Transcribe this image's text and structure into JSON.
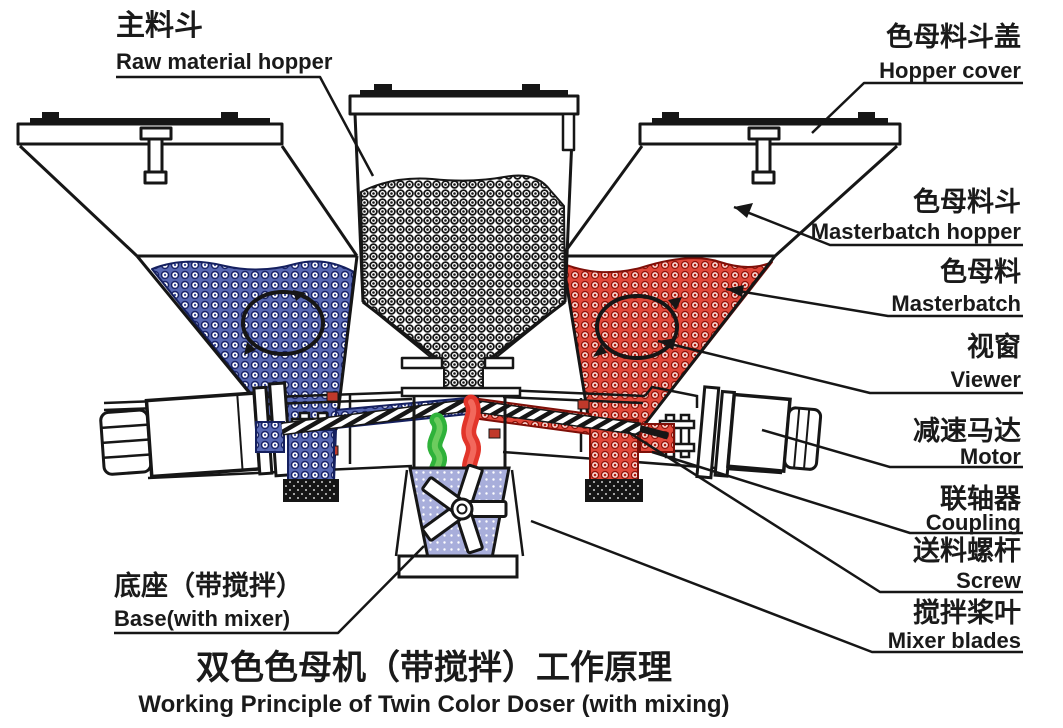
{
  "title": {
    "zh": "双色色母机（带搅拌）工作原理",
    "en": "Working Principle of Twin Color Doser (with mixing)"
  },
  "labels": {
    "raw_material_hopper": {
      "zh": "主料斗",
      "en": "Raw material hopper"
    },
    "hopper_cover": {
      "zh": "色母料斗盖",
      "en": "Hopper cover"
    },
    "masterbatch_hopper": {
      "zh": "色母料斗",
      "en": "Masterbatch hopper"
    },
    "masterbatch": {
      "zh": "色母料",
      "en": "Masterbatch"
    },
    "viewer": {
      "zh": "视窗",
      "en": "Viewer"
    },
    "motor": {
      "zh": "减速马达",
      "en": "Motor"
    },
    "coupling": {
      "zh": "联轴器",
      "en": "Coupling"
    },
    "screw": {
      "zh": "送料螺杆",
      "en": "Screw"
    },
    "mixer_blades": {
      "zh": "搅拌桨叶",
      "en": "Mixer blades"
    },
    "base": {
      "zh": "底座（带搅拌）",
      "en": "Base(with mixer)"
    }
  },
  "colors": {
    "raw_material_fill": "#2b2b2b",
    "left_masterbatch_fill": "#5a6ab4",
    "right_masterbatch_fill": "#e2483a",
    "mixed_stream_green": "#2fb23a",
    "mixed_stream_red": "#e2352a",
    "mixer_chamber_fill": "#a8aedb",
    "line": "#161616"
  }
}
